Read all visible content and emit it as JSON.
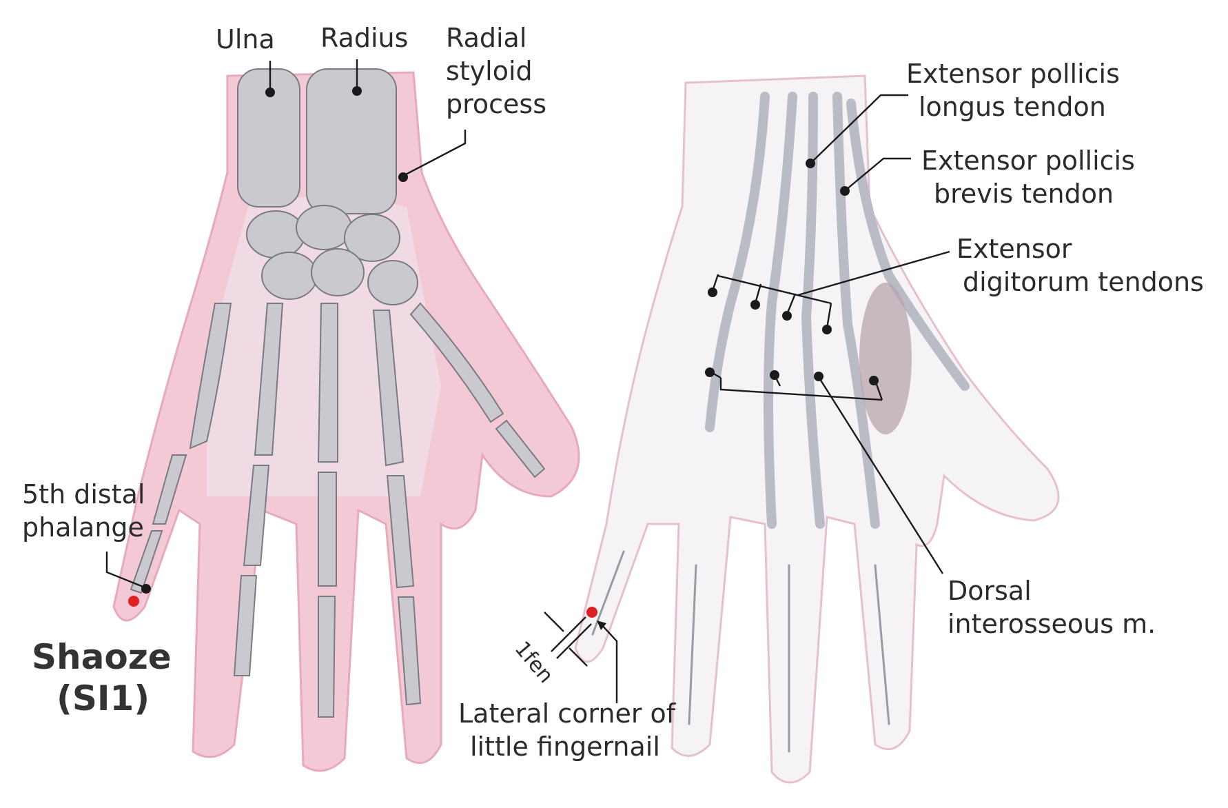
{
  "left_panel": {
    "labels": {
      "ulna": "Ulna",
      "radius": "Radius",
      "radial_styloid_line1": "Radial",
      "radial_styloid_line2": "styloid",
      "radial_styloid_line3": "process",
      "fifth_phalange_line1": "5th distal",
      "fifth_phalange_line2": "phalange"
    },
    "point_name": "Shaoze",
    "point_code": "(SI1)"
  },
  "right_panel": {
    "labels": {
      "epl_line1": "Extensor pollicis",
      "epl_line2": "longus tendon",
      "epb_line1": "Extensor pollicis",
      "epb_line2": "brevis tendon",
      "ed_line1": "Extensor",
      "ed_line2": "digitorum tendons",
      "di_line1": "Dorsal",
      "di_line2": "interosseous m.",
      "nail_line1": "Lateral corner of",
      "nail_line2": "little fingernail",
      "measure": "1fen"
    }
  },
  "colors": {
    "acupoint": "#e02020",
    "skin_pink": "#f4c9d6",
    "skin_light": "#f6f3f6",
    "bone": "#c9c9cf",
    "leader": "#1a1a1a"
  }
}
